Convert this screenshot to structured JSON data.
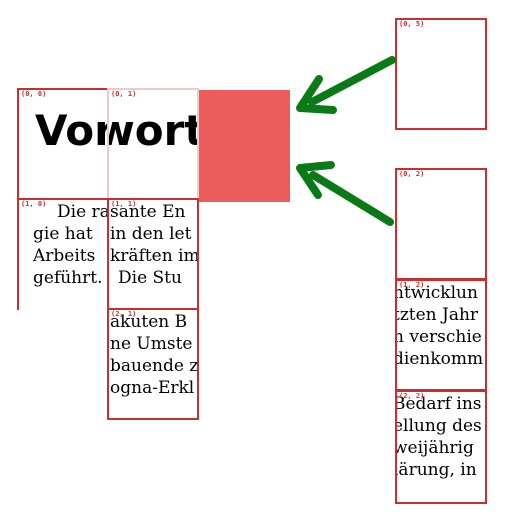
{
  "tiles": {
    "t00": {
      "tag": "(0, 0)"
    },
    "t01": {
      "tag": "(0, 1)"
    },
    "t05": {
      "tag": "(0, 5)"
    },
    "t02": {
      "tag": "(0, 2)"
    },
    "t10": {
      "tag": "(1, 0)"
    },
    "t11": {
      "tag": "(1, 1)"
    },
    "t21": {
      "tag": "(2, 1)"
    },
    "t12": {
      "tag": "(1, 2)"
    },
    "t22": {
      "tag": "(2, 2)"
    }
  },
  "title_text": {
    "left": "Vor",
    "right": "wort"
  },
  "body": {
    "col0": [
      "Die ra",
      "gie hat",
      "Arbeits",
      "geführt."
    ],
    "col1": [
      "sante En",
      "in den let",
      "kräften im",
      "Die Stu"
    ],
    "col1b": [
      "akuten B",
      "ne Umste",
      "bauende z",
      "ogna-Erkl"
    ],
    "col2": [
      "ntwicklun",
      "tzten Jahr",
      "n verschie",
      "dienkomm"
    ],
    "col2b": [
      "Bedarf ins",
      "ellung des",
      "weijährig",
      "lärung, in"
    ]
  },
  "colors": {
    "border": "#cc2d2d",
    "fill": "#eb5c5c",
    "arrow": "#0a7a16"
  },
  "icons": {
    "arrow_top": "arrow-pointing-left",
    "arrow_bottom": "arrow-pointing-left"
  }
}
